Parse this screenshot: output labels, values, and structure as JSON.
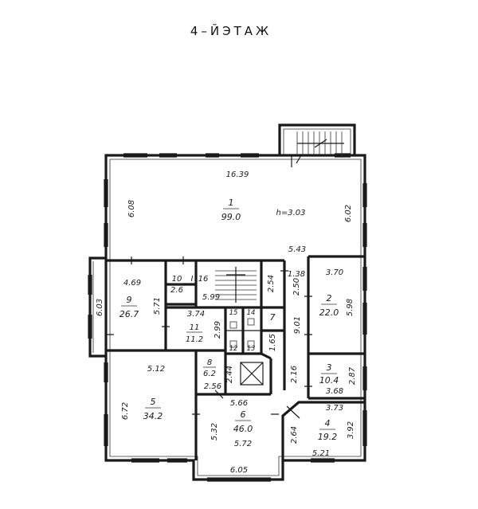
{
  "title": "4–ЙЭТАЖ",
  "rooms": [
    {
      "id": "1",
      "area": "99.0"
    },
    {
      "id": "2",
      "area": "22.0"
    },
    {
      "id": "3",
      "area": "10.4"
    },
    {
      "id": "4",
      "area": "19.2"
    },
    {
      "id": "5",
      "area": "34.2"
    },
    {
      "id": "6",
      "area": "46.0"
    },
    {
      "id": "7",
      "area": ""
    },
    {
      "id": "8",
      "area": "6.2"
    },
    {
      "id": "9",
      "area": "26.7"
    },
    {
      "id": "10",
      "area": "2.6"
    },
    {
      "id": "11",
      "area": "11.2"
    },
    {
      "id": "12",
      "area": ""
    },
    {
      "id": "13",
      "area": ""
    },
    {
      "id": "14",
      "area": ""
    },
    {
      "id": "15",
      "area": ""
    },
    {
      "id": "16",
      "area": ""
    }
  ],
  "dimensions": {
    "r1_width": "16.39",
    "r1_left": "6.08",
    "r1_right": "6.02",
    "height": "h=3.03",
    "r9_top": "4.69",
    "r9_left": "6.03",
    "r9_right": "5.71",
    "r11_top": "3.74",
    "r11_side": "2.99",
    "r16_bottom": "5.99",
    "r16_side": "2.54",
    "corr_5_43": "5.43",
    "corr_1_38": "1.38",
    "corr_2_50": "2.50",
    "corr_9_01": "9.01",
    "r7_1_65": "1.65",
    "r2_top": "3.70",
    "r2_right": "5.98",
    "r3_right": "2.87",
    "r3_bottom": "3.68",
    "r3_2_16": "2.16",
    "r4_top": "3.73",
    "r4_left": "2.64",
    "r4_right": "3.92",
    "r4_bottom": "5.21",
    "r5_top": "5.12",
    "r5_left": "6.72",
    "r8_2_44": "2.44",
    "r8_2_56": "2.56",
    "r6_top": "5.66",
    "r6_left": "5.32",
    "r6_bottom": "5.72",
    "bay_6_05": "6.05"
  },
  "stair_label": "I"
}
